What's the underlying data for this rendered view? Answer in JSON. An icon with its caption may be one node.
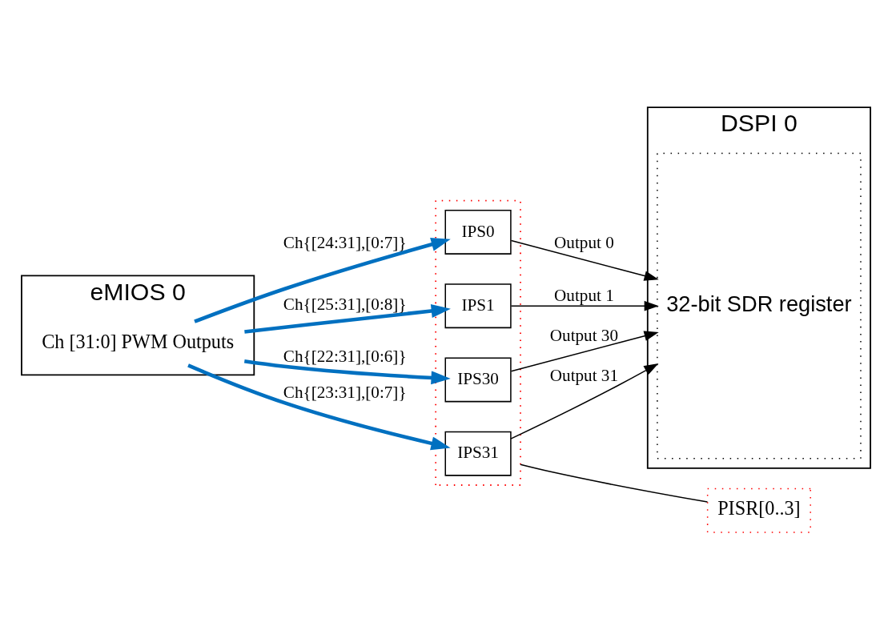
{
  "diagram": {
    "nodes": [
      {
        "text": [
          "eMIOS 0"
        ]
      },
      {
        "text": [
          "Ch [31:0] PWM Outputs"
        ],
        "in": 0
      },
      {
        "text": [],
        "shape": "trapezoid"
      },
      {
        "text": [
          "IPS0"
        ],
        "in": 2
      },
      {
        "text": [
          "IPS1"
        ],
        "in": 2
      },
      {
        "text": [
          "IPS30"
        ],
        "in": 2
      },
      {
        "text": [
          "IPS31"
        ],
        "in": 2
      },
      {
        "text": [
          "DSPI 0"
        ]
      },
      {
        "text": [
          "32-bit SDR register"
        ],
        "in": 7
      },
      {
        "text": [
          "PISR[0..3]"
        ]
      }
    ],
    "edges": [
      {
        "from": 1,
        "to": 3,
        "arrow": "to",
        "label": "Ch{[24:31],[0:7]}",
        "style": "thick",
        "color": "#0070c0"
      },
      {
        "from": 1,
        "to": 4,
        "arrow": "to",
        "label": "Ch{[25:31],[0:8]}",
        "style": "thick",
        "color": "#0070c0"
      },
      {
        "from": 1,
        "to": 5,
        "arrow": "to",
        "label": "Ch{[22:31],[0:6]}",
        "style": "thick",
        "color": "#0070c0"
      },
      {
        "from": 1,
        "to": 6,
        "arrow": "to",
        "label": "Ch{[23:31],[0:7]}",
        "style": "thick",
        "color": "#0070c0"
      },
      {
        "from": 3,
        "to": 8,
        "arrow": "to",
        "label": "Output 0"
      },
      {
        "from": 4,
        "to": 8,
        "arrow": "to",
        "label": "Output 1"
      },
      {
        "from": 5,
        "to": 8,
        "arrow": "to",
        "label": "Output 30"
      },
      {
        "from": 6,
        "to": 8,
        "arrow": "to",
        "label": "Output 31"
      },
      {
        "from": 2,
        "to": 9,
        "arrow": "none"
      }
    ]
  }
}
